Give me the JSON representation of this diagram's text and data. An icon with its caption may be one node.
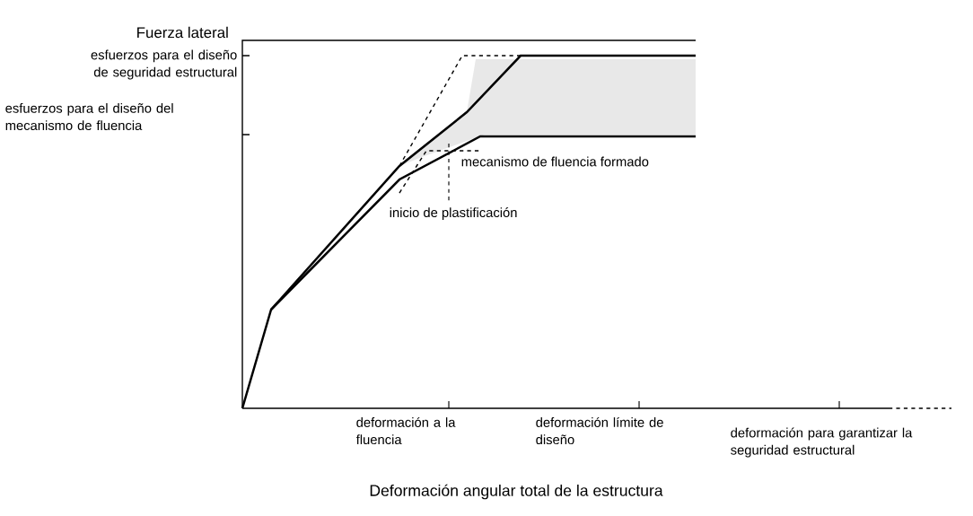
{
  "diagram": {
    "labels": [
      "Fuerza lateral",
      "esfuerzos para el diseño de seguridad estructural",
      "esfuerzos para el diseño del mecanismo de fluencia",
      "mecanismo de fluencia formado",
      "inicio de plastificación",
      "deformación a la fluencia",
      "deformación límite de diseño",
      "deformación para garantizar la seguridad estructural",
      "Deformación angular total de la estructura"
    ]
  }
}
